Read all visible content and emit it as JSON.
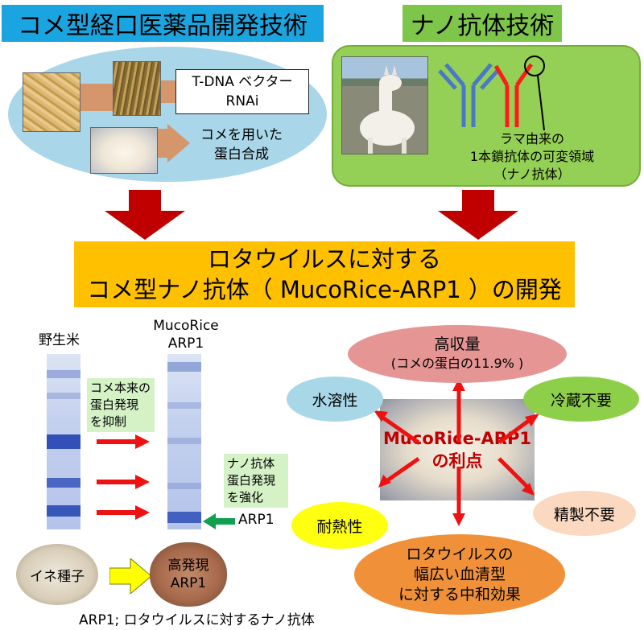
{
  "header": {
    "left_title": "コメ型経口医薬品開発技術",
    "right_title": "ナノ抗体技術"
  },
  "rice_tech": {
    "tdna_label": "T-DNA ベクター",
    "rnai_label": "RNAi",
    "protein_line1": "コメを用いた",
    "protein_line2": "蛋白合成"
  },
  "nano_tech": {
    "desc_line1": "ラマ由来の",
    "desc_line2": "1本鎖抗体の可変領域",
    "desc_line3": "（ナノ抗体）"
  },
  "banner": {
    "line1": "ロタウイルスに対する",
    "line2": "コメ型ナノ抗体（ MucoRice-ARP1 ）の開発"
  },
  "gel": {
    "wild_label": "野生米",
    "muco_line1": "MucoRice",
    "muco_line2": "ARP1",
    "suppress_line1": "コメ本来の",
    "suppress_line2": "蛋白発現",
    "suppress_line3": "を抑制",
    "enhance_line1": "ナノ抗体",
    "enhance_line2": "蛋白発現",
    "enhance_line3": "を強化",
    "arp1_marker": "ARP1",
    "seed_label": "イネ種子",
    "high_line1": "高発現",
    "high_line2": "ARP1",
    "footnote": "ARP1; ロタウイルスに対するナノ抗体"
  },
  "advantages": {
    "center_line1": "MucoRice-ARP1",
    "center_line2": "の利点",
    "yield_line1": "高収量",
    "yield_line2": "(コメの蛋白の11.9% )",
    "water": "水溶性",
    "cold": "冷蔵不要",
    "heat": "耐熱性",
    "purify": "精製不要",
    "effect_line1": "ロタウイルスの",
    "effect_line2": "幅広い血清型",
    "effect_line3": "に対する中和効果"
  },
  "colors": {
    "blue_title": "#1ba5e0",
    "green_title": "#7ec64a",
    "banner": "#ffc000",
    "dark_red_arrow": "#c00000",
    "red_arrow": "#ee1111",
    "advantage_red_text": "#c00000"
  }
}
